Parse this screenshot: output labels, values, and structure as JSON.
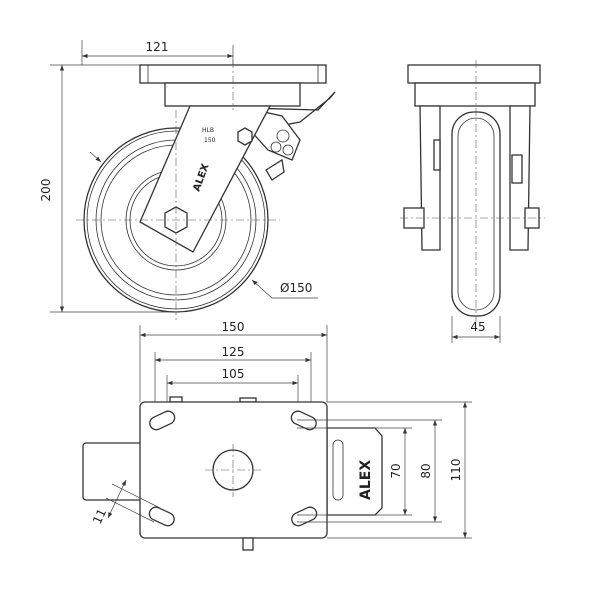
{
  "title": "Swivel caster with brake - technical drawing",
  "side_view": {
    "offset": "121",
    "height": "200",
    "wheel_diameter": "Ø150",
    "logo": "ALEX",
    "marking_1": "HLB",
    "marking_2": "150"
  },
  "front_view": {
    "tyre_width": "45"
  },
  "top_view": {
    "plate_length": "150",
    "hole_spacing_outer": "125",
    "hole_spacing_inner": "105",
    "hole_spacing_y_inner": "70",
    "hole_spacing_y_outer": "80",
    "plate_width": "110",
    "slot_width": "11",
    "pedal_logo": "ALEX"
  }
}
